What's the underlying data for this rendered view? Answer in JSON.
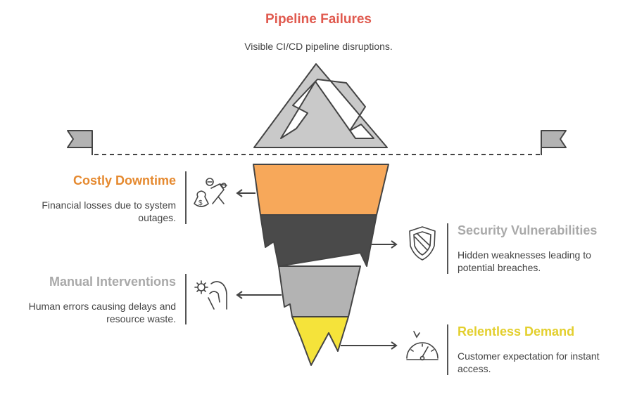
{
  "top": {
    "title": "Pipeline Failures",
    "subtitle": "Visible CI/CD pipeline disruptions.",
    "title_color": "#e05a4f"
  },
  "items": [
    {
      "title": "Costly Downtime",
      "desc_line1": "Financial losses due to system",
      "desc_line2": "outages.",
      "color": "#e5892f",
      "icon": "money-running-icon"
    },
    {
      "title": "Security Vulnerabilities",
      "desc_line1": "Hidden weaknesses leading to",
      "desc_line2": "potential breaches.",
      "color": "#a9a9a9",
      "icon": "shield-icon"
    },
    {
      "title": "Manual Interventions",
      "desc_line1": "Human errors causing delays and",
      "desc_line2": "resource waste.",
      "color": "#a9a9a9",
      "icon": "gear-hand-icon"
    },
    {
      "title": "Relentless Demand",
      "desc_line1": "Customer expectation for instant",
      "desc_line2": "access.",
      "color": "#e3cf2d",
      "icon": "gauge-icon"
    }
  ],
  "layers": {
    "orange": "#f7a85a",
    "dark": "#4a4a4a",
    "gray": "#b3b3b3",
    "yellow": "#f5e33a"
  }
}
